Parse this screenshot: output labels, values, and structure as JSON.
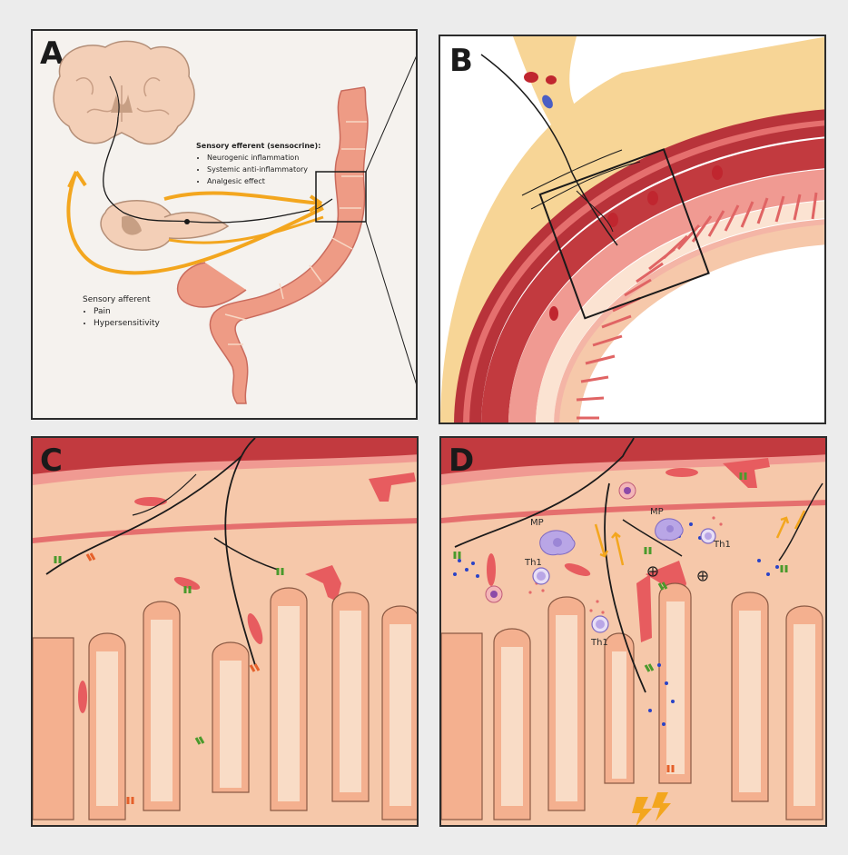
{
  "panels": {
    "a": {
      "letter": "A"
    },
    "b": {
      "letter": "B"
    },
    "c": {
      "letter": "C"
    },
    "d": {
      "letter": "D"
    }
  },
  "annotations": {
    "sensocrine": {
      "heading": "Sensory efferent (sensocrine):",
      "items": [
        "Neurogenic inflammation",
        "Systemic anti-inflammatory",
        "Analgesic effect"
      ]
    },
    "afferent": {
      "heading": "Sensory afferent",
      "items": [
        "Pain",
        "Hypersensitivity"
      ]
    }
  },
  "cell_labels": {
    "mp": "MP",
    "th1": "Th1"
  },
  "colors": {
    "tissue": "#f6c8aa",
    "tissue_light": "#fbe3d2",
    "vessel": "#e75c5f",
    "muscle_dark": "#b8333a",
    "muscle_light": "#f09a92",
    "fat": "#f7d596",
    "arrow": "#f3a61e",
    "nerve": "#1a1a1a",
    "ion": "#2a43c7",
    "cell": "#b9a6e6",
    "receptor_green": "#4a9a2c",
    "receptor_orange": "#e5602a"
  },
  "icons": [
    "brain-icon",
    "spinal-cord-icon",
    "colon-icon",
    "lightning-icon",
    "macrophage-icon",
    "th1-cell-icon",
    "neutrophil-icon"
  ]
}
